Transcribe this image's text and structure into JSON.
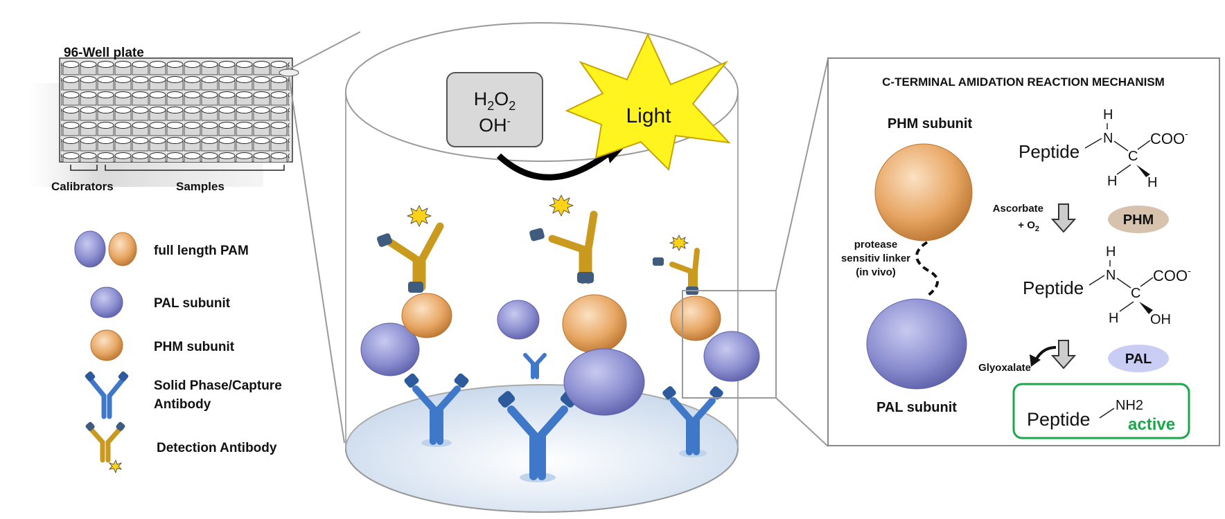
{
  "plate": {
    "title": "96-Well plate",
    "calibrators_label": "Calibrators",
    "samples_label": "Samples"
  },
  "legend": {
    "full_pam": "full length PAM",
    "pal": "PAL subunit",
    "phm": "PHM subunit",
    "capture_line1": "Solid Phase/Capture",
    "capture_line2": "Antibody",
    "detection": "Detection Antibody"
  },
  "reaction": {
    "h2o2_h": "H",
    "h2o2_sub1": "2",
    "h2o2_o": "O",
    "h2o2_sub2": "2",
    "oh": "OH",
    "oh_sup": "-",
    "light": "Light"
  },
  "mechanism": {
    "title": "C-TERMINAL AMIDATION REACTION MECHANISM",
    "phm_subunit": "PHM subunit",
    "pal_subunit": "PAL subunit",
    "linker_line1": "protease",
    "linker_line2": "sensitiv linker",
    "linker_line3": "(in vivo)",
    "peptide": "Peptide",
    "h": "H",
    "n": "N",
    "c": "C",
    "coo": "COO",
    "coo_sup": "-",
    "oh_group": "OH",
    "ascorbate": "Ascorbate",
    "o2_plus": "+ O",
    "o2_sub": "2",
    "phm_enzyme": "PHM",
    "pal_enzyme": "PAL",
    "glyoxalate": "Glyoxalate",
    "nh2": "NH2",
    "active": "active"
  },
  "colors": {
    "pal_blue": "#8c8fd0",
    "phm_orange": "#e8a765",
    "capture_blue": "#3f78c8",
    "detection_gold": "#c99a1d",
    "active_green": "#1aa84a",
    "light_yellow": "#fff41e",
    "phm_pill": "#d6c2ad",
    "pal_pill": "#c9cdf3"
  }
}
